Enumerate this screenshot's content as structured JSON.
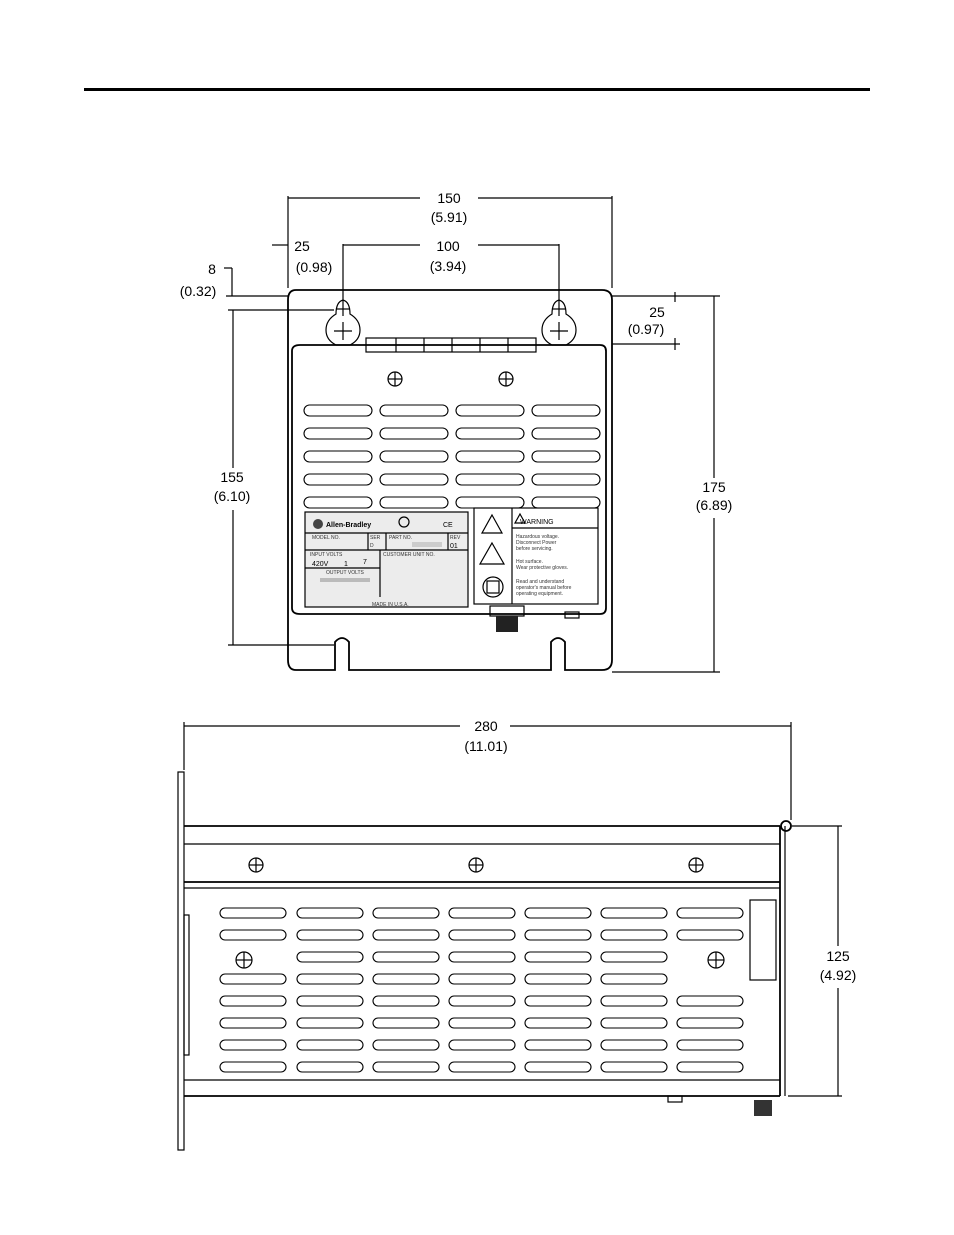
{
  "top_view": {
    "dims": {
      "overall_width": {
        "mm": "150",
        "in": "(5.91)"
      },
      "edge_to_hole": {
        "mm": "25",
        "in": "(0.98)"
      },
      "hole_spacing": {
        "mm": "100",
        "in": "(3.94)"
      },
      "top_offset": {
        "mm": "8",
        "in": "(0.32)"
      },
      "right_offset": {
        "mm": "25",
        "in": "(0.97)"
      },
      "hole_vertical": {
        "mm": "155",
        "in": "(6.10)"
      },
      "overall_height": {
        "mm": "175",
        "in": "(6.89)"
      }
    },
    "nameplate": {
      "brand": "Allen-Bradley",
      "ce": "CE",
      "model_label": "MODEL NO.",
      "series_label": "SER",
      "series_value": "D",
      "part_label": "PART NO.",
      "rev_label": "REV",
      "rev_value": "01",
      "input_label": "INPUT VOLTS",
      "input_volts": "420V",
      "input_ph": "1",
      "input_a": "7",
      "customer_label": "CUSTOMER UNIT NO.",
      "output_label": "OUTPUT VOLTS",
      "made_in": "MADE IN U.S.A."
    },
    "warning": {
      "title": "WARNING",
      "voltage_line1": "Hazardous voltage.",
      "voltage_line2": "Disconnect Power",
      "voltage_line3": "before servicing.",
      "hot_line1": "Hot surface.",
      "hot_line2": "Wear protective gloves.",
      "read_line1": "Read and understand",
      "read_line2": "operator's manual before",
      "read_line3": "operating equipment."
    }
  },
  "side_view": {
    "dims": {
      "depth": {
        "mm": "280",
        "in": "(11.01)"
      },
      "height": {
        "mm": "125",
        "in": "(4.92)"
      }
    }
  }
}
